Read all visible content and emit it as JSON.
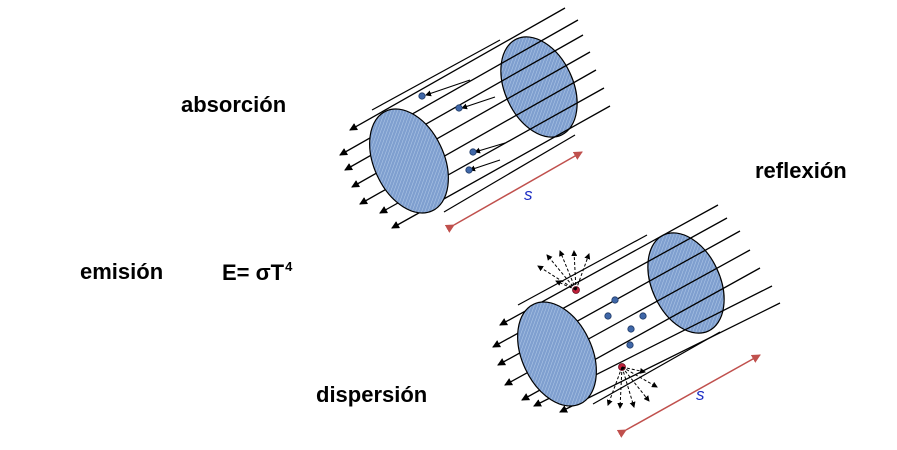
{
  "labels": {
    "absorption": "absorción",
    "reflection": "reflexión",
    "emission": "emisión",
    "formula_base": "E= σT",
    "formula_exp": "4",
    "dispersion": "dispersión",
    "path_length_top": "s",
    "path_length_bottom": "s"
  },
  "colors": {
    "ellipse_fill": "#7f9fcf",
    "ellipse_hatch": "#9fbde6",
    "particle": "#3f67a8",
    "scatter_particle": "#c0203a",
    "length_arrow": "#c0504d",
    "s_label": "#1c2dc4"
  }
}
